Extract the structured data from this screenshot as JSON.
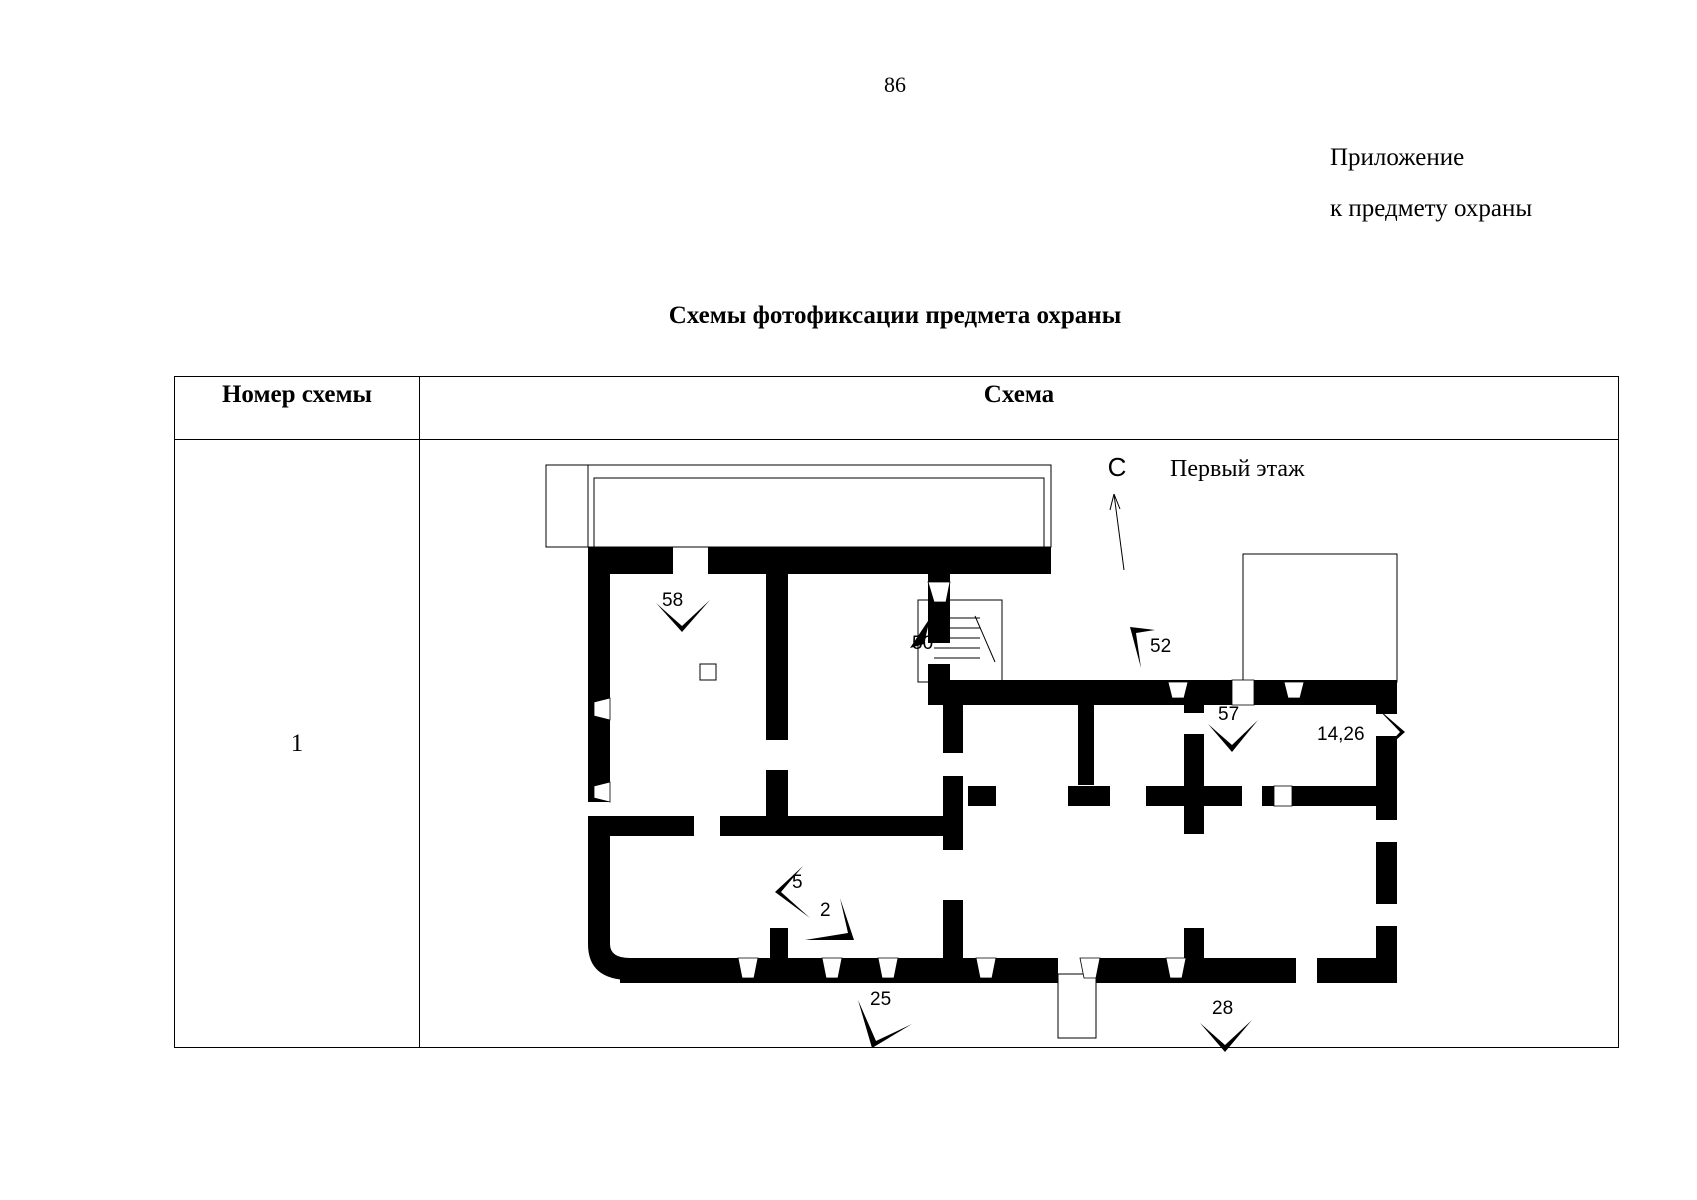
{
  "page_number": "86",
  "appendix": {
    "line1": "Приложение",
    "line2": "к предмету охраны"
  },
  "title": "Схемы фотофиксации предмета охраны",
  "table": {
    "headers": [
      "Номер схемы",
      "Схема"
    ],
    "rows": [
      {
        "number": "1",
        "floor_label": "Первый этаж",
        "north_label": "С",
        "markers": [
          "58",
          "50",
          "52",
          "57",
          "14,26",
          "5",
          "2",
          "25",
          "28"
        ]
      }
    ]
  }
}
